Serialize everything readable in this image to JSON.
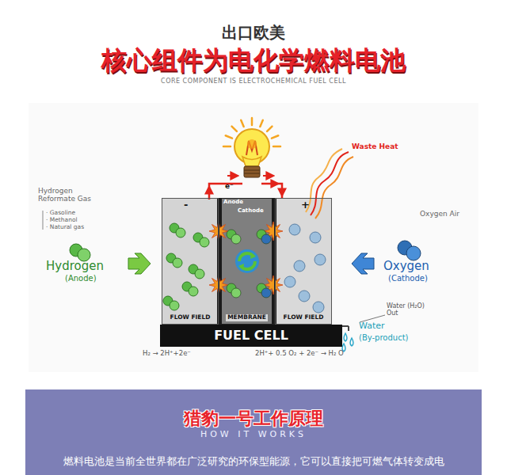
{
  "diagram": {
    "title": "核心组件为电化学燃料电池",
    "nodes": [
      {
        "text": [
          "FLOW FIELD"
        ]
      },
      {
        "text": [
          "MEMBRANE"
        ]
      },
      {
        "text": [
          "FLOW FIELD"
        ]
      },
      {
        "text": [
          "FUEL CELL"
        ]
      },
      {
        "text": [
          "猎豹一号工作原理",
          "HOW IT WORKS",
          "燃料电池是当前全世界都在广泛研究的环保型能源，它可以直接把可燃气体转变成电"
        ]
      }
    ],
    "labels": [
      "出口欧美",
      "CORE COMPONENT IS ELECTROCHEMICAL FUEL CELL",
      "Hydrogen Reformate Gas",
      "· Gasoline",
      "· Methanol",
      "· Natural gas",
      "Hydrogen",
      "(Anode)",
      "Oxygen Air",
      "Oxygen",
      "(Cathode)",
      "Waste Heat",
      "e⁻",
      "-",
      "+",
      "Anode",
      "Cathode",
      "Water (H₂O) Out",
      "Water",
      "(By-product)",
      "H₂ → 2H⁺+2e⁻",
      "2H⁺+ 0.5 O₂ + 2e⁻ → H₂ O"
    ]
  }
}
